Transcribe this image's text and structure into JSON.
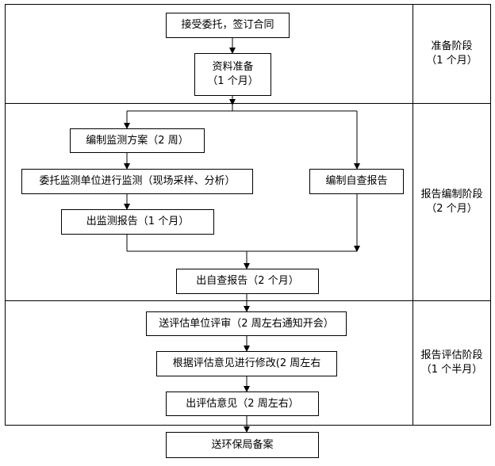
{
  "stages": [
    {
      "name": "准备阶段",
      "duration": "（1 个月）"
    },
    {
      "name": "报告编制阶段",
      "duration": "（2 个月）"
    },
    {
      "name": "报告评估阶段",
      "duration": "（1 个半月）"
    }
  ],
  "steps": {
    "contract": "接受委托，签订合同",
    "prep_title": "资料准备",
    "prep_duration": "（1 个月）",
    "plan": "编制监测方案（2 周）",
    "entrust": "委托监测单位进行监测（现场采样、分析）",
    "self_check": "编制自查报告",
    "monitor_report": "出监测报告（1 个月）",
    "self_report": "出自查报告（2 个月）",
    "review": "送评估单位评审（2 周左右通知开会）",
    "revise": "根据评估意见进行修改(2 周左右",
    "opinion": "出评估意见（2 周左右）",
    "filing": "送环保局备案"
  }
}
